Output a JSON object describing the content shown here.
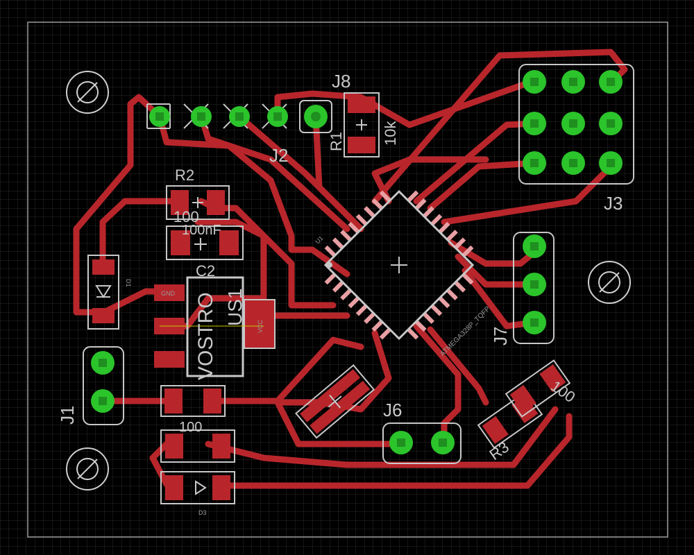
{
  "colors": {
    "background": "#000000",
    "grid": "#2a2a2a",
    "trace": "#b8262b",
    "pad_ring": "#2bc42b",
    "pad_hole": "#1f8f1f",
    "silkscreen": "#c8c8c8"
  },
  "labels": {
    "j8": "J8",
    "r1": "R1",
    "r1_value": "10k",
    "j2": "J2",
    "r2": "R2",
    "r2_value": "100",
    "c_value": "100nF",
    "c2": "C2",
    "d1": "D1",
    "vostro": "VOSTRO",
    "us1": "US1",
    "j1": "J1",
    "j3": "J3",
    "j6": "J6",
    "j7": "J7",
    "u1": "U1",
    "atmega": "ATMEGA328P_TQFP",
    "r3": "R3",
    "r3_value": "100",
    "r_bottom_value": "100",
    "d3": "D3",
    "vcc": "VCC",
    "gnd": "GND"
  }
}
